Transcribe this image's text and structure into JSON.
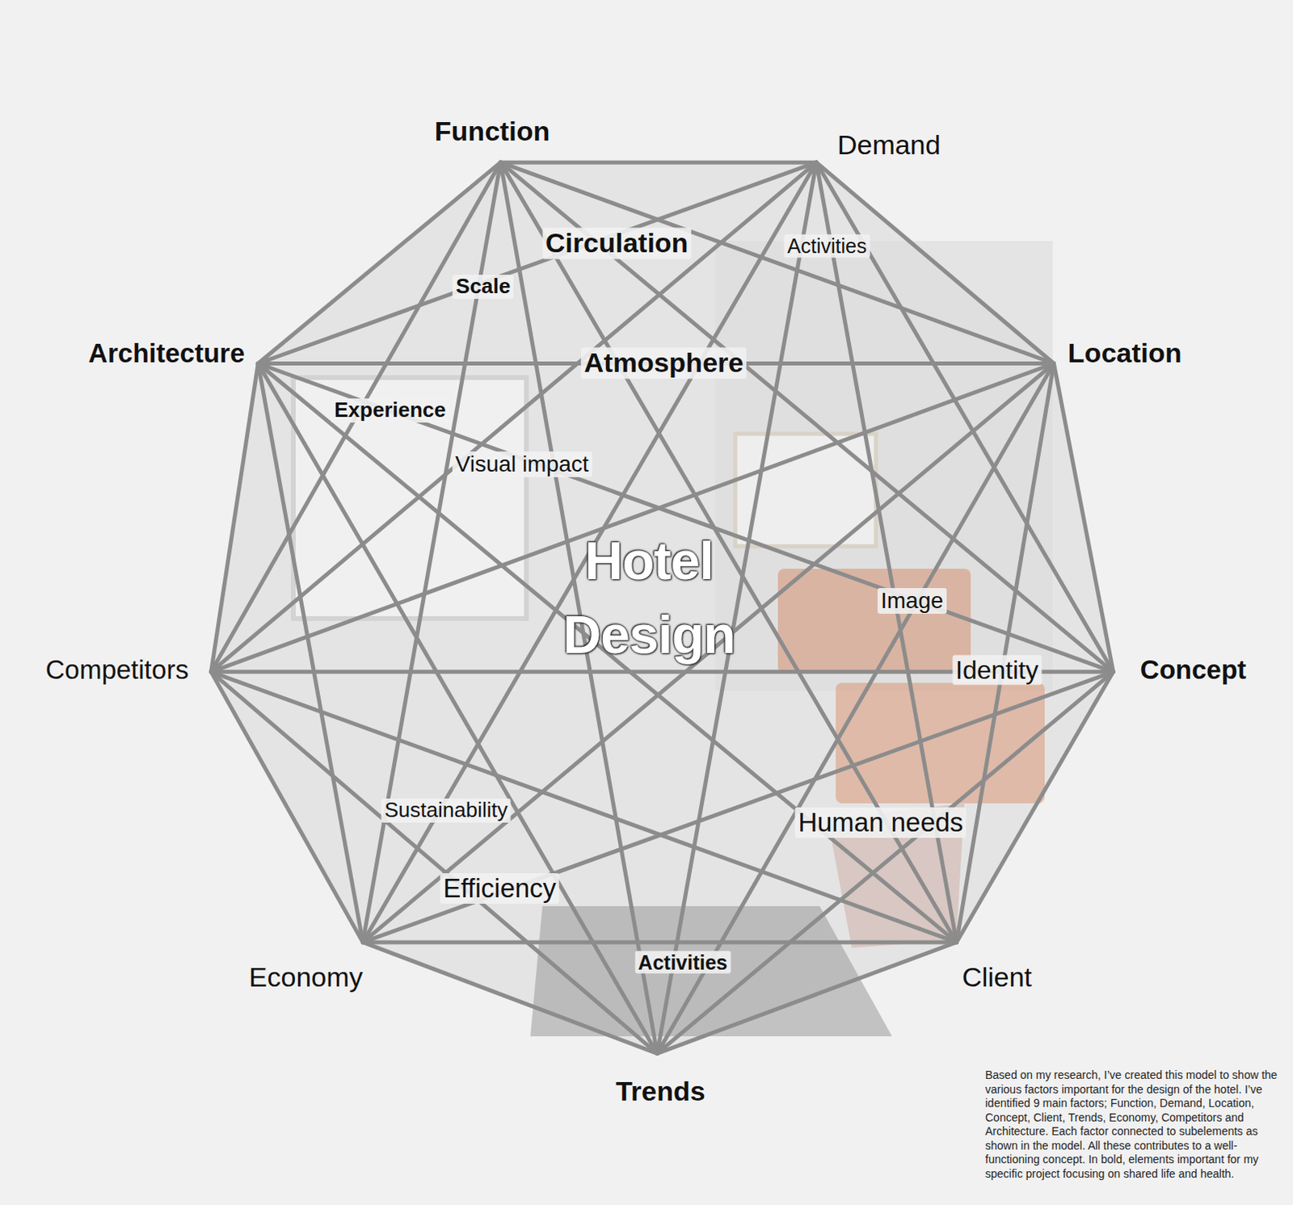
{
  "diagram": {
    "caption": "Based on my research, I’ve created this model to show the various factors important for the design of the hotel. I’ve identified 9 main factors; Function, Demand, Location, Concept, Client, Trends, Economy, Competitors and Architecture. Each factor connected to subelements as shown in the model. All these contributes to a well-functioning concept. In bold, elements important for my specific project focusing on shared life and health.",
    "labels": [
      "Function",
      "Demand",
      "Location",
      "Concept",
      "Client",
      "Trends",
      "Economy",
      "Competitors",
      "Architecture",
      "Circulation",
      "Activities",
      "Scale",
      "Atmosphere",
      "Experience",
      "Visual impact",
      "Hotel Design",
      "Image",
      "Identity",
      "Sustainability",
      "Human needs",
      "Efficiency",
      "Activities"
    ]
  }
}
